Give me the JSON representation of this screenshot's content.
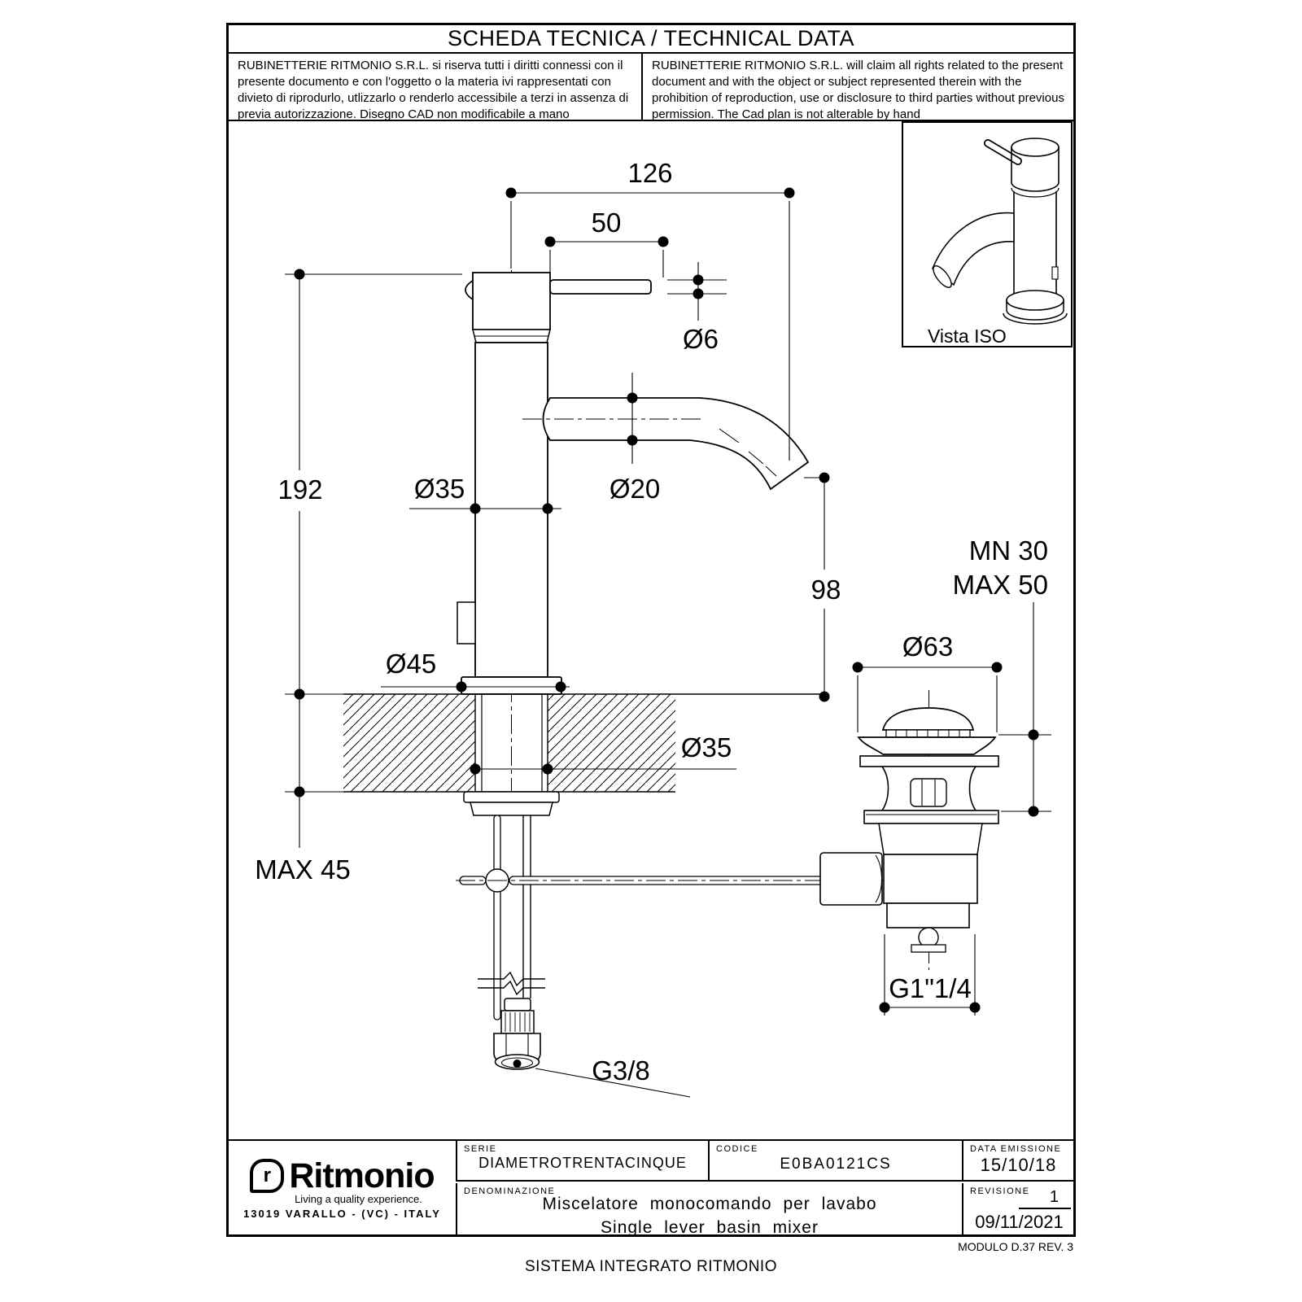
{
  "colors": {
    "line": "#000000",
    "background": "#ffffff"
  },
  "header": {
    "title": "SCHEDA TECNICA / TECHNICAL DATA",
    "disclaimer_it": "RUBINETTERIE RITMONIO S.R.L. si riserva tutti i diritti connessi con il presente documento e con l'oggetto o la materia ivi rappresentati con divieto di riprodurlo, utlizzarlo o renderlo accessibile a terzi in assenza di previa autorizzazione. Disegno CAD non modificabile a mano",
    "disclaimer_en": "RUBINETTERIE RITMONIO S.R.L. will claim all rights related to the present document and with the object or subject represented therein with the prohibition of reproduction, use or disclosure to third parties without previous permission.  The Cad plan is not alterable by hand"
  },
  "iso_view": {
    "label": "Vista ISO"
  },
  "dimensions": {
    "spout_reach": "126",
    "lever_length": "50",
    "lever_diameter": "Ø6",
    "total_height": "192",
    "body_diameter": "Ø35",
    "spout_diameter": "Ø20",
    "spout_height": "98",
    "base_diameter": "Ø45",
    "hole_diameter": "Ø35",
    "max_counter_thickness": "MAX 45",
    "drain_min": "MN 30",
    "drain_max": "MAX 50",
    "drain_flange_diameter": "Ø63",
    "drain_thread": "G1\"1/4",
    "supply_thread": "G3/8"
  },
  "title_block": {
    "serie_label": "SERIE",
    "serie_value": "DIAMETROTRENTACINQUE",
    "codice_label": "CODICE",
    "codice_value": "E0BA0121CS",
    "data_emissione_label": "DATA EMISSIONE",
    "data_emissione_value": "15/10/18",
    "denominazione_label": "DENOMINAZIONE",
    "denominazione_it": "Miscelatore monocomando per lavabo",
    "denominazione_en": "Single lever basin mixer",
    "revisione_label": "REVISIONE",
    "revisione_value": "1",
    "revisione_date": "09/11/2021",
    "logo": {
      "brand": "Ritmonio",
      "tagline": "Living a quality experience.",
      "address": "13019 VARALLO - (VC) - ITALY",
      "badge_glyph": "r"
    }
  },
  "footer": {
    "sistema": "SISTEMA INTEGRATO RITMONIO",
    "modulo": "MODULO D.37 REV. 3"
  }
}
